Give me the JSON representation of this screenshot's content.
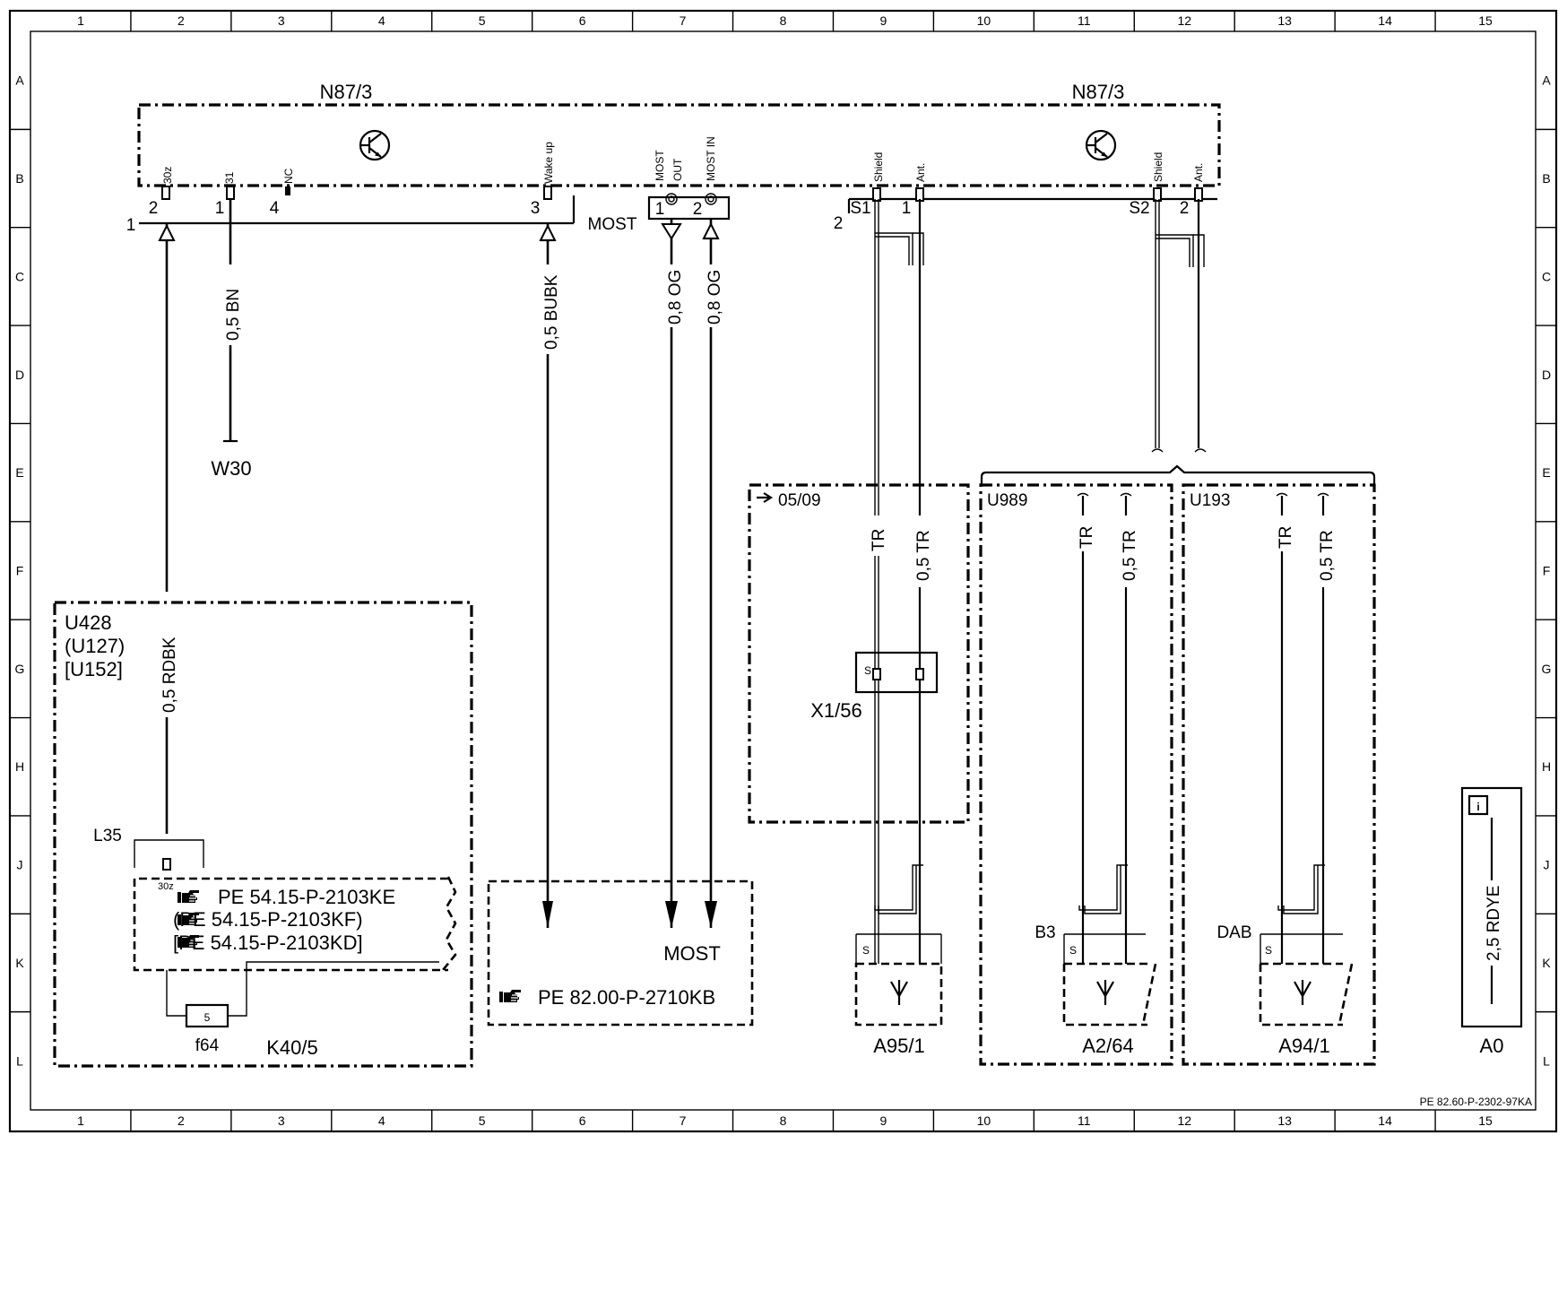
{
  "grid": {
    "columns": [
      "1",
      "2",
      "3",
      "4",
      "5",
      "6",
      "7",
      "8",
      "9",
      "10",
      "11",
      "12",
      "13",
      "14",
      "15"
    ],
    "rows": [
      "A",
      "B",
      "C",
      "D",
      "E",
      "F",
      "G",
      "H",
      "J",
      "K",
      "L"
    ]
  },
  "components": {
    "n87_3_left": "N87/3",
    "n87_3_right": "N87/3",
    "w30": "W30",
    "u428": "U428",
    "u127": "(U127)",
    "u152": "[U152]",
    "l35": "L35",
    "f64": "f64",
    "k40_5": "K40/5",
    "x1_56": "X1/56",
    "a95_1": "A95/1",
    "a2_64": "A2/64",
    "a94_1": "A94/1",
    "a0": "A0",
    "u989": "U989",
    "u193": "U193",
    "ref_05_09": "05/09",
    "b3": "B3",
    "dab": "DAB",
    "most_connector": "MOST",
    "most_bus": "MOST",
    "connector_1": "1",
    "connector_2": "2"
  },
  "pins": {
    "p30z": "30z",
    "p31": "31",
    "pnc": "NC",
    "pwake": "Wake up",
    "pmost_out_1": "MOST",
    "pmost_out_2": "OUT",
    "pmost_in": "MOST IN",
    "pshield1": "Shield",
    "pant1": "Ant.",
    "pshield2": "Shield",
    "pant2": "Ant.",
    "n2": "2",
    "n1": "1",
    "n4": "4",
    "n3": "3",
    "m1": "1",
    "m2": "2",
    "s1": "S1",
    "s1n": "1",
    "s2": "S2",
    "s2n": "2",
    "k40_30z": "30z",
    "fuse_value": "5",
    "s_x1": "S",
    "s_a95": "S",
    "s_a2": "S",
    "s_a94": "S"
  },
  "wires": {
    "bn": "0,5 BN",
    "bubk": "0,5 BUBK",
    "og1": "0,8 OG",
    "og2": "0,8 OG",
    "rdbk": "0,5 RDBK",
    "tr1": "TR",
    "tr1b": "0,5 TR",
    "tr2": "TR",
    "tr2b": "0,5 TR",
    "tr3": "TR",
    "tr3b": "0,5 TR",
    "rdye": "2,5 RDYE"
  },
  "references": {
    "ref1": "PE 54.15-P-2103KE",
    "ref2": "(PE 54.15-P-2103KF)",
    "ref3": "[PE 54.15-P-2103KD]",
    "ref4": "PE 82.00-P-2710KB",
    "doc_id": "PE 82.60-P-2302-97KA"
  },
  "icons": {
    "transistor": "transistor-icon",
    "pointing_hand": "pointing-hand-icon",
    "antenna": "antenna-icon",
    "info": "info-icon"
  }
}
